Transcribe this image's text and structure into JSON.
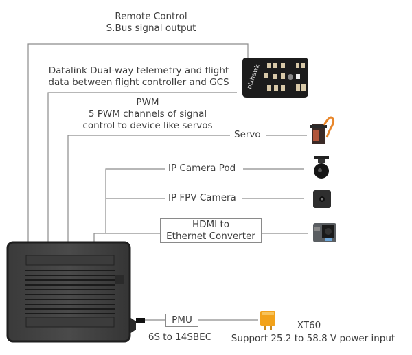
{
  "diagram": {
    "remote_control": {
      "title": "Remote Control",
      "subtitle": "S.Bus signal output"
    },
    "datalink": {
      "line1": "Datalink Dual-way telemetry and flight",
      "line2": "data between flight controller and GCS"
    },
    "pwm": {
      "title": "PWM",
      "line1": "5 PWM channels of signal",
      "line2": "control to device like servos"
    },
    "servo": {
      "label": "Servo"
    },
    "ip_camera_pod": {
      "label": "IP Camera Pod"
    },
    "ip_fpv_camera": {
      "label": "IP FPV Camera"
    },
    "hdmi_converter": {
      "line1": "HDMI to",
      "line2": "Ethernet Converter"
    },
    "pmu": {
      "label": "PMU",
      "caption": "6S to 14SBEC"
    },
    "xt60": {
      "title": "XT60",
      "caption": "Support 25.2 to 58.8 V power input"
    },
    "flight_controller": {
      "brand": "pixhawk"
    },
    "colors": {
      "line": "#8c8c8c",
      "device_dark": "#2e2e2e",
      "xt60": "#f2a21a"
    }
  }
}
